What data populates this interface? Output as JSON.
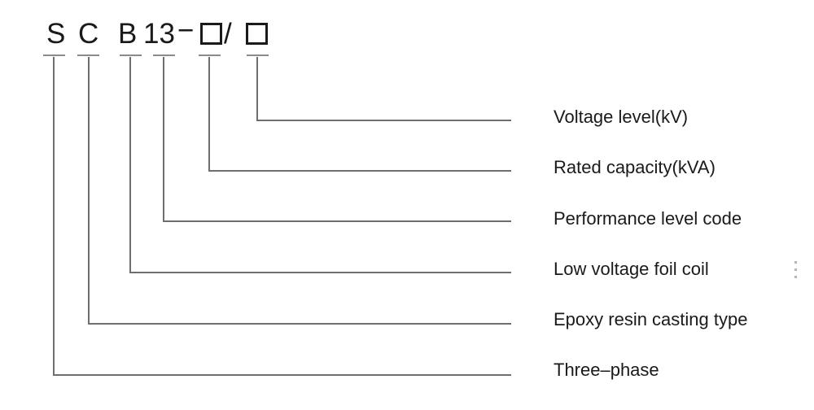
{
  "title_code": {
    "letter_s": "S",
    "letter_c": "C",
    "letter_b": "B",
    "number": "13",
    "dash": "−",
    "slash": "/"
  },
  "labels": {
    "voltage": "Voltage level(kV)",
    "capacity": "Rated capacity(kVA)",
    "performance": "Performance level code",
    "foil": "Low voltage foil coil",
    "epoxy": "Epoxy resin casting type",
    "phase": "Three–phase"
  },
  "colors": {
    "text": "#1a1a1a",
    "line": "#6e6e6e",
    "tick": "#8a8a8a",
    "dots": "#b5b5b5",
    "background": "#ffffff"
  }
}
